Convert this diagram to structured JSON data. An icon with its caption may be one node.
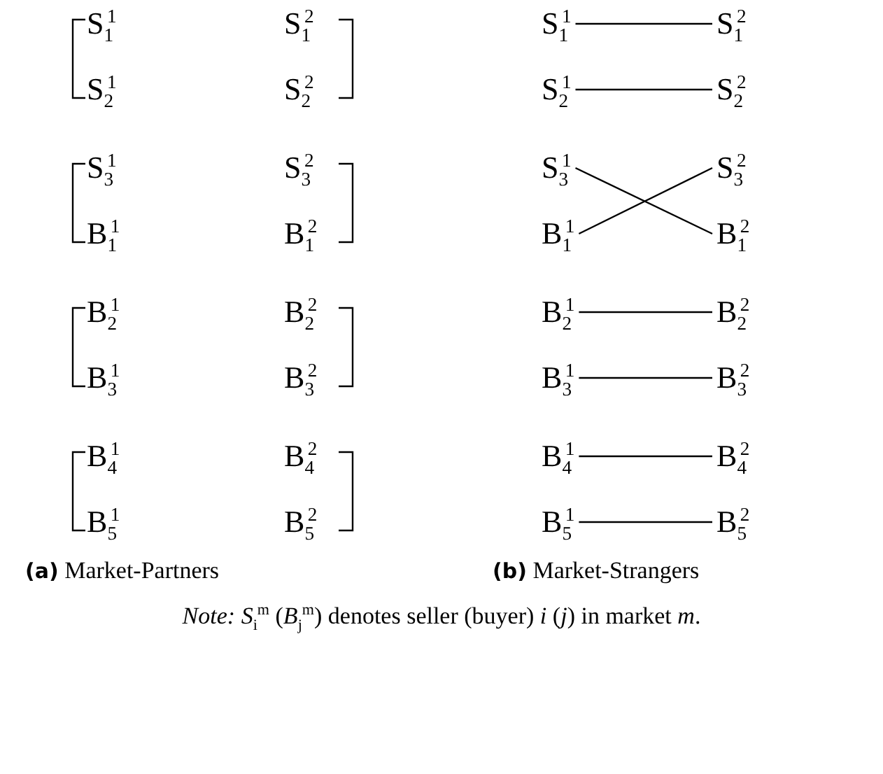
{
  "diagram": {
    "caption": "*Note:* *S*$_{i}$$^{m}$ (*B*$_{j}$$^{m}$) denotes seller (buyer) *i* (*j*) in market *m*.",
    "nodes": [
      {
        "text": [
          "S$_{1}$$^{1}$"
        ]
      },
      {
        "text": [
          "S$_{1}$$^{2}$"
        ]
      },
      {
        "text": [
          "S$_{2}$$^{1}$"
        ]
      },
      {
        "text": [
          "S$_{2}$$^{2}$"
        ]
      },
      {
        "text": [
          "S$_{3}$$^{1}$"
        ]
      },
      {
        "text": [
          "S$_{3}$$^{2}$"
        ]
      },
      {
        "text": [
          "B$_{1}$$^{1}$"
        ]
      },
      {
        "text": [
          "B$_{1}$$^{2}$"
        ]
      },
      {
        "text": [
          "B$_{2}$$^{1}$"
        ]
      },
      {
        "text": [
          "B$_{2}$$^{2}$"
        ]
      },
      {
        "text": [
          "B$_{3}$$^{1}$"
        ]
      },
      {
        "text": [
          "B$_{3}$$^{2}$"
        ]
      },
      {
        "text": [
          "B$_{4}$$^{1}$"
        ]
      },
      {
        "text": [
          "B$_{4}$$^{2}$"
        ]
      },
      {
        "text": [
          "B$_{5}$$^{1}$"
        ]
      },
      {
        "text": [
          "B$_{5}$$^{2}$"
        ]
      }
    ],
    "edges": [
      {
        "from": 0,
        "to": 1,
        "arrow": "none"
      },
      {
        "from": 2,
        "to": 3,
        "arrow": "none"
      },
      {
        "from": 4,
        "to": 7,
        "arrow": "none"
      },
      {
        "from": 6,
        "to": 5,
        "arrow": "none"
      },
      {
        "from": 8,
        "to": 9,
        "arrow": "none"
      },
      {
        "from": 10,
        "to": 11,
        "arrow": "none"
      },
      {
        "from": 12,
        "to": 13,
        "arrow": "none"
      },
      {
        "from": 14,
        "to": 15,
        "arrow": "none"
      }
    ],
    "labels": [
      "S$_{1}$$^{1}$",
      "S$_{1}$$^{2}$",
      "S$_{2}$$^{1}$",
      "S$_{2}$$^{2}$",
      "S$_{3}$$^{1}$",
      "S$_{3}$$^{2}$",
      "B$_{1}$$^{1}$",
      "B$_{1}$$^{2}$",
      "B$_{2}$$^{1}$",
      "B$_{2}$$^{2}$",
      "B$_{3}$$^{1}$",
      "B$_{3}$$^{2}$",
      "B$_{4}$$^{1}$",
      "B$_{4}$$^{2}$",
      "B$_{5}$$^{1}$",
      "B$_{5}$$^{2}$",
      "**(a)** Market-Partners",
      "**(b)** Market-Strangers"
    ]
  }
}
